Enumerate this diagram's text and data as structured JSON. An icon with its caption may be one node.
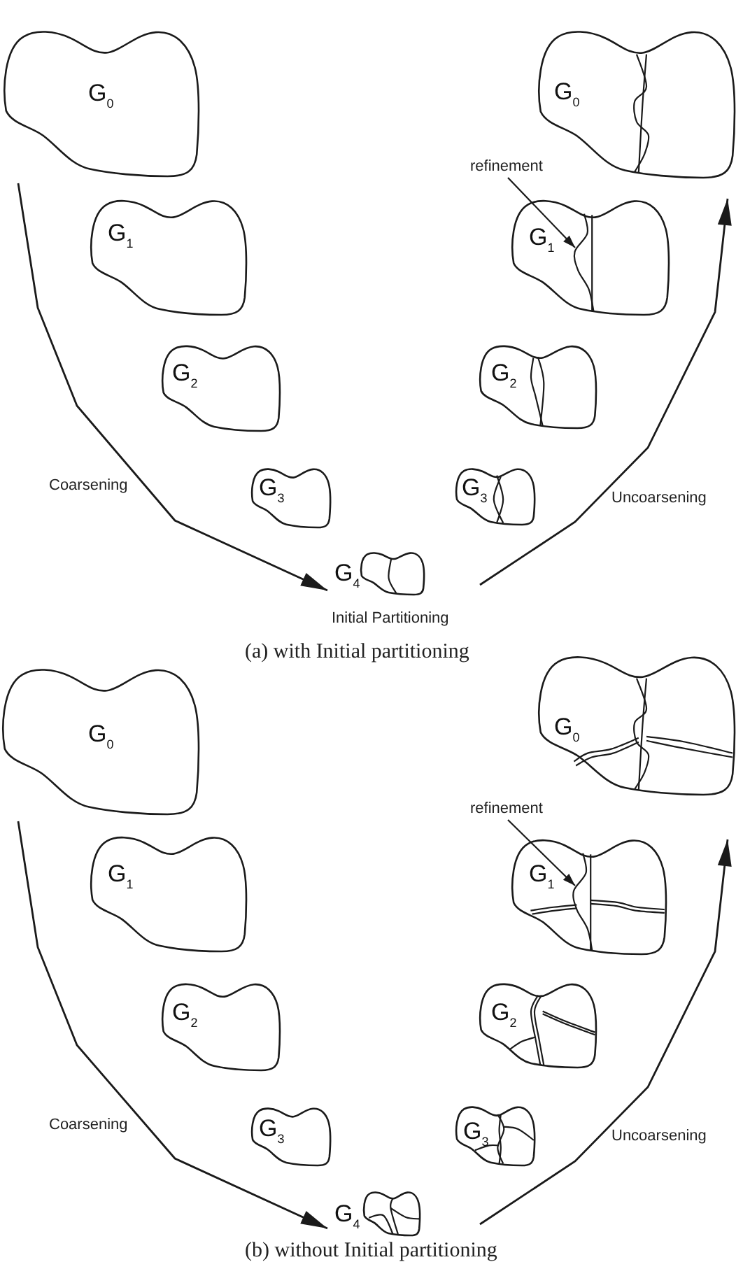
{
  "diagram": {
    "nodes": [
      {
        "text": [
          "G$_{0}$"
        ]
      },
      {
        "text": [
          "G$_{0}$"
        ]
      },
      {
        "text": [
          "refinement"
        ]
      },
      {
        "text": [
          "G$_{1}$"
        ]
      },
      {
        "text": [
          "G$_{1}$"
        ]
      },
      {
        "text": [
          "G$_{2}$"
        ]
      },
      {
        "text": [
          "G$_{2}$"
        ]
      },
      {
        "text": [
          "G$_{3}$"
        ]
      },
      {
        "text": [
          "G$_{3}$"
        ]
      },
      {
        "text": [
          "G$_{4}$"
        ],
        "beside": [
          "Initial Partitioning"
        ]
      },
      {
        "text": [
          "G$_{0}$"
        ]
      },
      {
        "text": [
          "G$_{0}$"
        ]
      },
      {
        "text": [
          "refinement"
        ]
      },
      {
        "text": [
          "G$_{1}$"
        ]
      },
      {
        "text": [
          "G$_{1}$"
        ]
      },
      {
        "text": [
          "G$_{2}$"
        ]
      },
      {
        "text": [
          "G$_{2}$"
        ]
      },
      {
        "text": [
          "G$_{3}$"
        ]
      },
      {
        "text": [
          "G$_{3}$"
        ]
      },
      {
        "text": [
          "G$_{4}$"
        ]
      }
    ],
    "edges": [
      {
        "from": 0,
        "to": 9,
        "arrow": "to",
        "label": "Coarsening"
      },
      {
        "from": 9,
        "to": 1,
        "arrow": "to",
        "label": "Uncoarsening"
      },
      {
        "from": 2,
        "to": 4,
        "arrow": "to"
      },
      {
        "from": 10,
        "to": 19,
        "arrow": "to",
        "label": "Coarsening"
      },
      {
        "from": 19,
        "to": 11,
        "arrow": "to",
        "label": "Uncoarsening"
      },
      {
        "from": 12,
        "to": 14,
        "arrow": "to"
      }
    ],
    "labels": [
      "(a) with Initial partitioning",
      "(b) without Initial partitioning"
    ]
  }
}
